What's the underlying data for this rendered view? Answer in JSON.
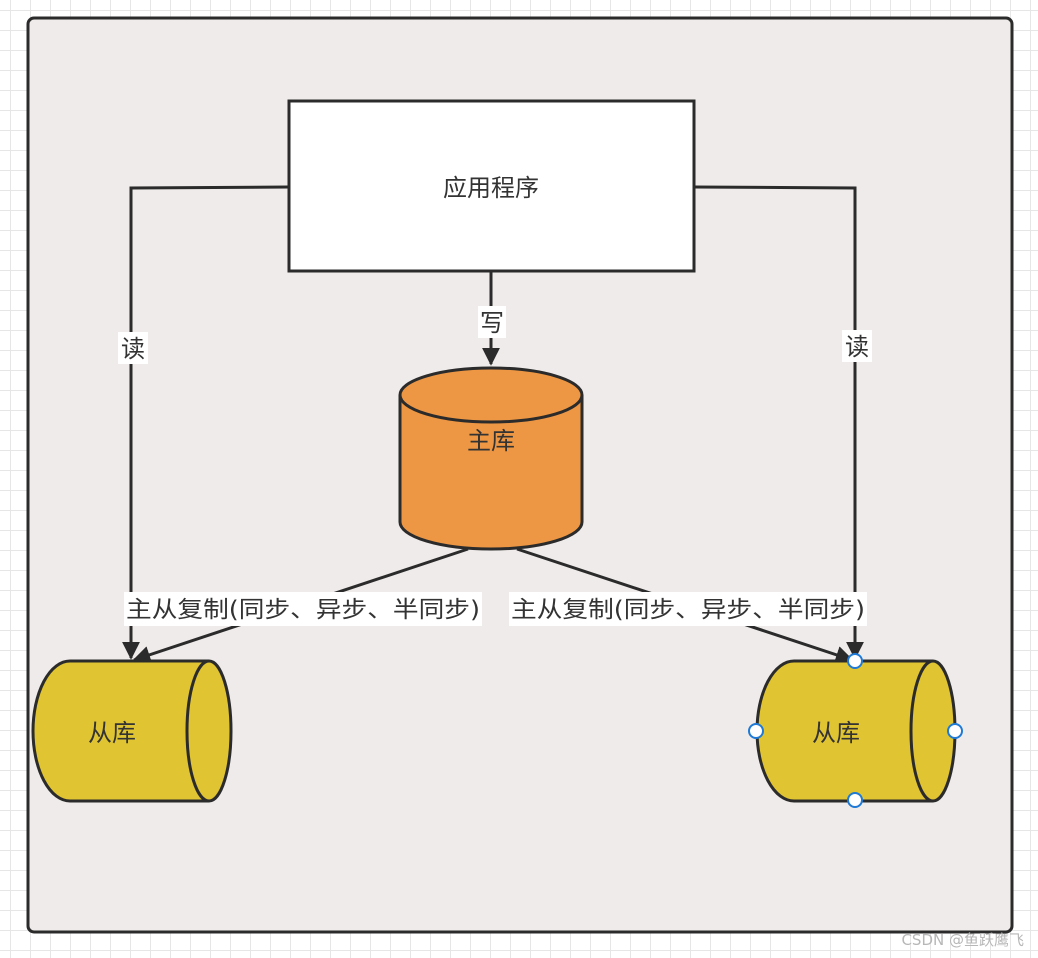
{
  "diagram": {
    "app_node": "应用程序",
    "master_db": "主库",
    "slave_left": "从库",
    "slave_right": "从库",
    "edge_write": "写",
    "edge_read_left": "读",
    "edge_read_right": "读",
    "edge_repl_left": "主从复制(同步、异步、半同步)",
    "edge_repl_right": "主从复制(同步、异步、半同步)"
  },
  "colors": {
    "container_fill": "#efebea",
    "stroke": "#2b2b2b",
    "master_fill": "#ed9744",
    "slave_fill": "#e0c432",
    "selection_handle": "#1e7ad6"
  },
  "watermark": "CSDN @鱼跃鹰飞"
}
